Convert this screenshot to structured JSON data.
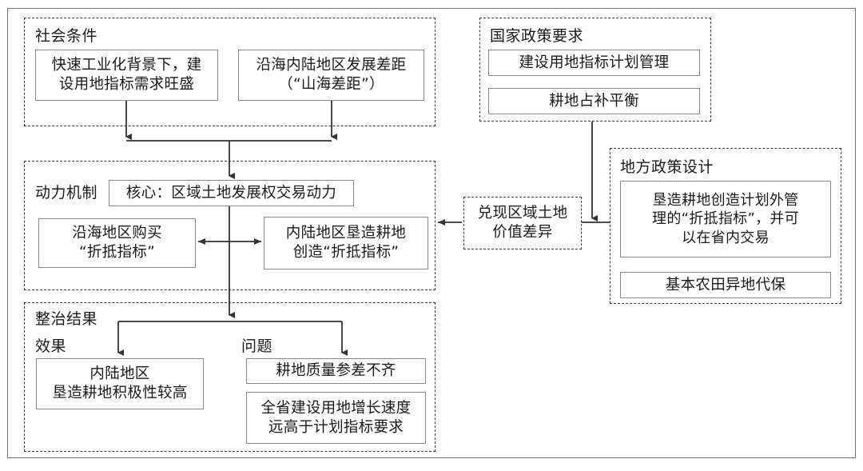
{
  "diagram": {
    "groups": {
      "social_conditions": {
        "title": "社会条件",
        "boxes": [
          {
            "text_line1": "快速工业化背景下，建",
            "text_line2": "设用地指标需求旺盛"
          },
          {
            "text_line1": "沿海内陆地区发展差距",
            "text_line2": "（“山海差距”）"
          }
        ]
      },
      "national_policy": {
        "title": "国家政策要求",
        "boxes": [
          {
            "text": "建设用地指标计划管理"
          },
          {
            "text": "耕地占补平衡"
          }
        ]
      },
      "dynamic_mechanism": {
        "title": "动力机制",
        "core_box": "核心：区域土地发展权交易动力",
        "boxes": [
          {
            "text_line1": "沿海地区购买",
            "text_line2": "“折抵指标”"
          },
          {
            "text_line1": "内陆地区垦造耕地",
            "text_line2": "创造“折抵指标”"
          }
        ]
      },
      "local_policy": {
        "title": "地方政策设计",
        "boxes": [
          {
            "text_line1": "垦造耕地创造计划外管",
            "text_line2": "理的“折抵指标”，并可",
            "text_line3": "以在省内交易"
          },
          {
            "text": "基本农田异地代保"
          }
        ]
      },
      "outcomes": {
        "title": "整治结果",
        "effect_label": "效果",
        "problem_label": "问题",
        "effect_boxes": [
          {
            "text_line1": "内陆地区",
            "text_line2": "垦造耕地积极性较高"
          }
        ],
        "problem_boxes": [
          {
            "text": "耕地质量参差不齐"
          },
          {
            "text_line1": "全省建设用地增长速度",
            "text_line2": "远高于计划指标要求"
          }
        ]
      }
    },
    "floating_nodes": [
      {
        "text_line1": "兑现区域土地",
        "text_line2": "价值差异"
      }
    ],
    "colors": {
      "box_border": "#888888",
      "group_border": "#3a3a3a",
      "frame_border": "#6f6f6f",
      "text": "#1a1a1a",
      "connector": "#333333",
      "background": "#ffffff"
    }
  }
}
